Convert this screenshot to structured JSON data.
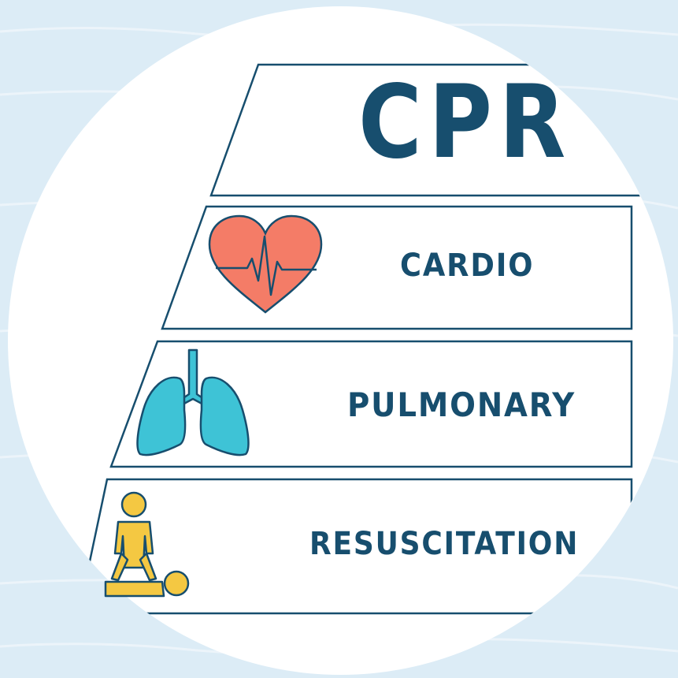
{
  "title": "CPR",
  "rows": [
    {
      "label": "CARDIO",
      "icon": "heart-pulse-icon"
    },
    {
      "label": "PULMONARY",
      "icon": "lungs-icon"
    },
    {
      "label": "RESUSCITATION",
      "icon": "person-giving-cpr-icon"
    }
  ],
  "colors": {
    "text": "#174e6e",
    "outline": "#174e6e",
    "heart": "#f47c67",
    "lungs": "#3ec3d6",
    "person": "#f4c842",
    "background": "#dcecf6",
    "disc": "#ffffff"
  }
}
